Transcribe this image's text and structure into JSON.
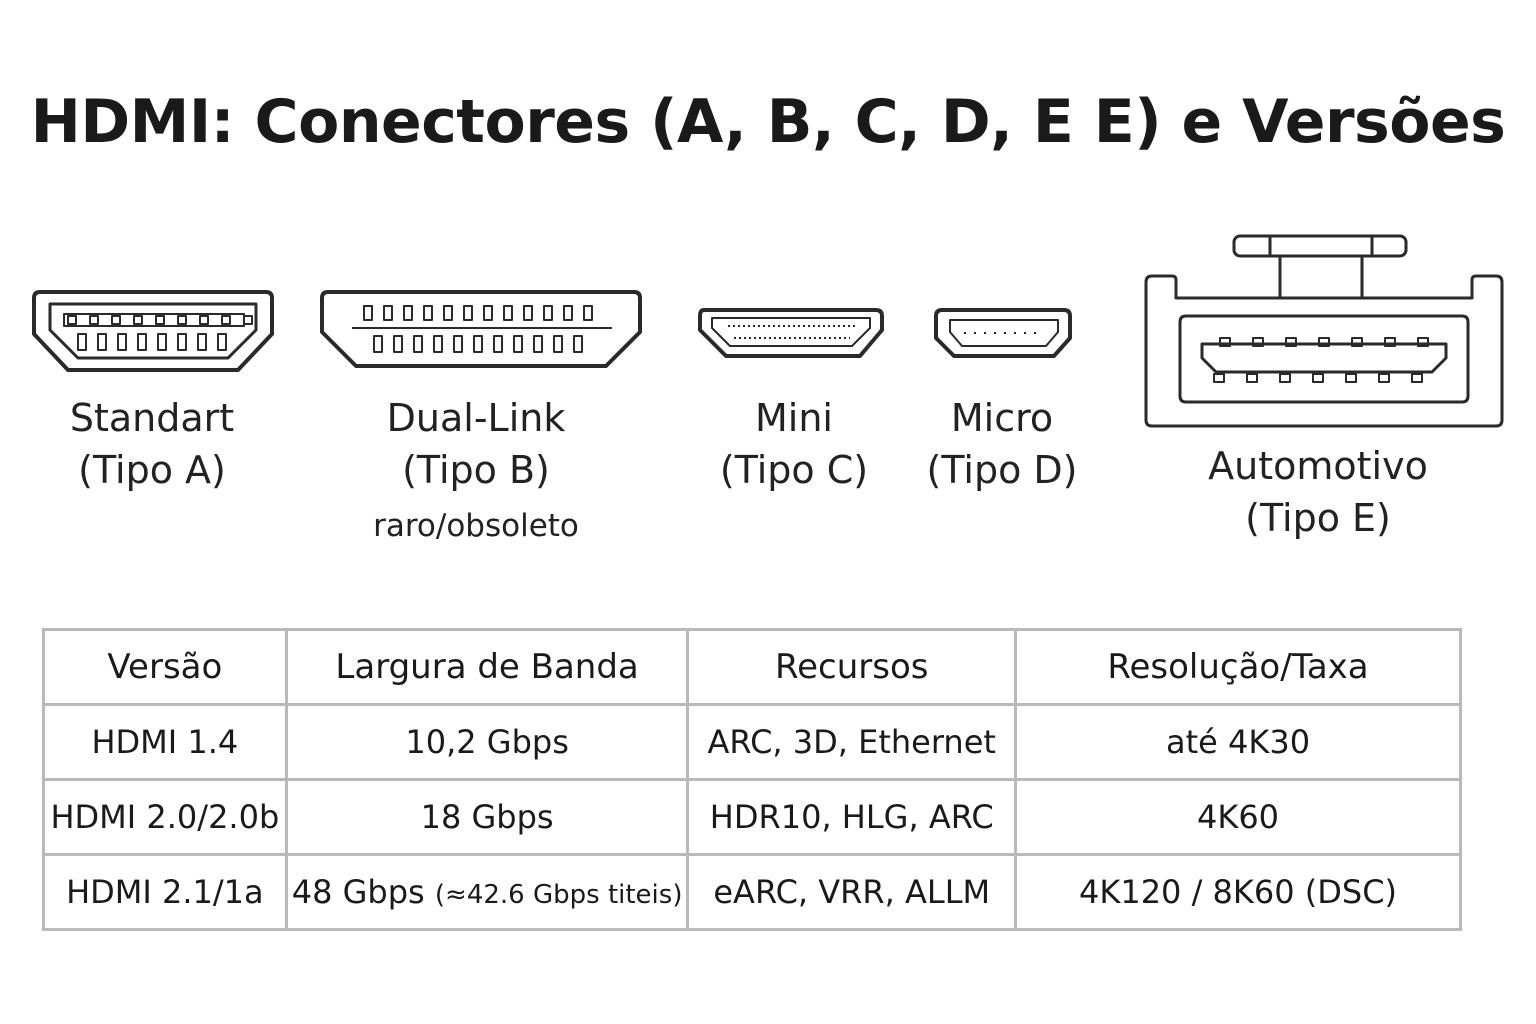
{
  "title": "HDMI: Conectores (A, B, C, D, E E) e Versões",
  "connectors": [
    {
      "name": "Standart",
      "type": "(Tipo A)",
      "icon": "hdmi-type-a-icon"
    },
    {
      "name": "Dual-Link",
      "type": "(Tipo B)",
      "note": "raro/obsoleto",
      "icon": "hdmi-type-b-icon"
    },
    {
      "name": "Mini",
      "type": "(Tipo C)",
      "icon": "hdmi-type-c-icon"
    },
    {
      "name": "Micro",
      "type": "(Tipo D)",
      "icon": "hdmi-type-d-icon"
    },
    {
      "name": "Automotivo",
      "type": "(Tipo E)",
      "icon": "hdmi-type-e-icon"
    }
  ],
  "table": {
    "headers": [
      "Versão",
      "Largura de Banda",
      "Recursos",
      "Resolução/Taxa"
    ],
    "rows": [
      {
        "version": "HDMI 1.4",
        "bandwidth": "10,2 Gbps",
        "bandwidth_note": "",
        "features": "ARC, 3D, Ethernet",
        "resolution": "até 4K30"
      },
      {
        "version": "HDMI 2.0/2.0b",
        "bandwidth": "18 Gbps",
        "bandwidth_note": "",
        "features": "HDR10, HLG, ARC",
        "resolution": "4K60"
      },
      {
        "version": "HDMI 2.1/1a",
        "bandwidth": "48 Gbps",
        "bandwidth_note": "(≈42.6 Gbps titeis)",
        "features": "eARC, VRR, ALLM",
        "resolution": "4K120 / 8K60 (DSC)"
      }
    ]
  },
  "colors": {
    "stroke": "#2a2a2a",
    "table_border": "#b9b9b9"
  }
}
